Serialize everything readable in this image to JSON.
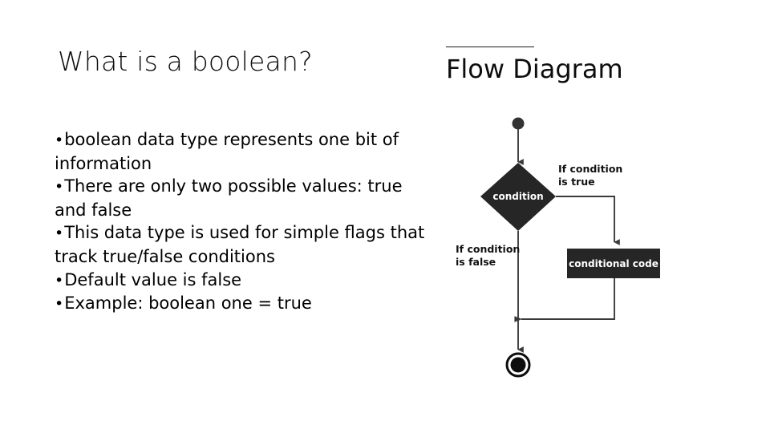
{
  "slide": {
    "background_color": "#ffffff",
    "text_color": "#000000"
  },
  "left": {
    "title": "What is a boolean?",
    "bullet_glyph": "•",
    "bullets": [
      "boolean data type represents one bit of information",
      "There are only two possible values: true and false",
      "This data type is used for simple flags that track true/false conditions",
      "Default value is false",
      "Example: boolean one = true"
    ]
  },
  "right": {
    "heading": "Flow Diagram",
    "rule_color": "#1a1a1a",
    "diagram": {
      "shape_fill": "#262626",
      "line_color": "#3a3a3a",
      "node_label_color": "#ffffff",
      "start_node": "start-node",
      "end_node": "end-node",
      "decision_label": "condition",
      "process_label": "conditional code",
      "edge_true_line1": "If condition",
      "edge_true_line2": "is true",
      "edge_false_line1": "If condition",
      "edge_false_line2": "is false"
    }
  }
}
